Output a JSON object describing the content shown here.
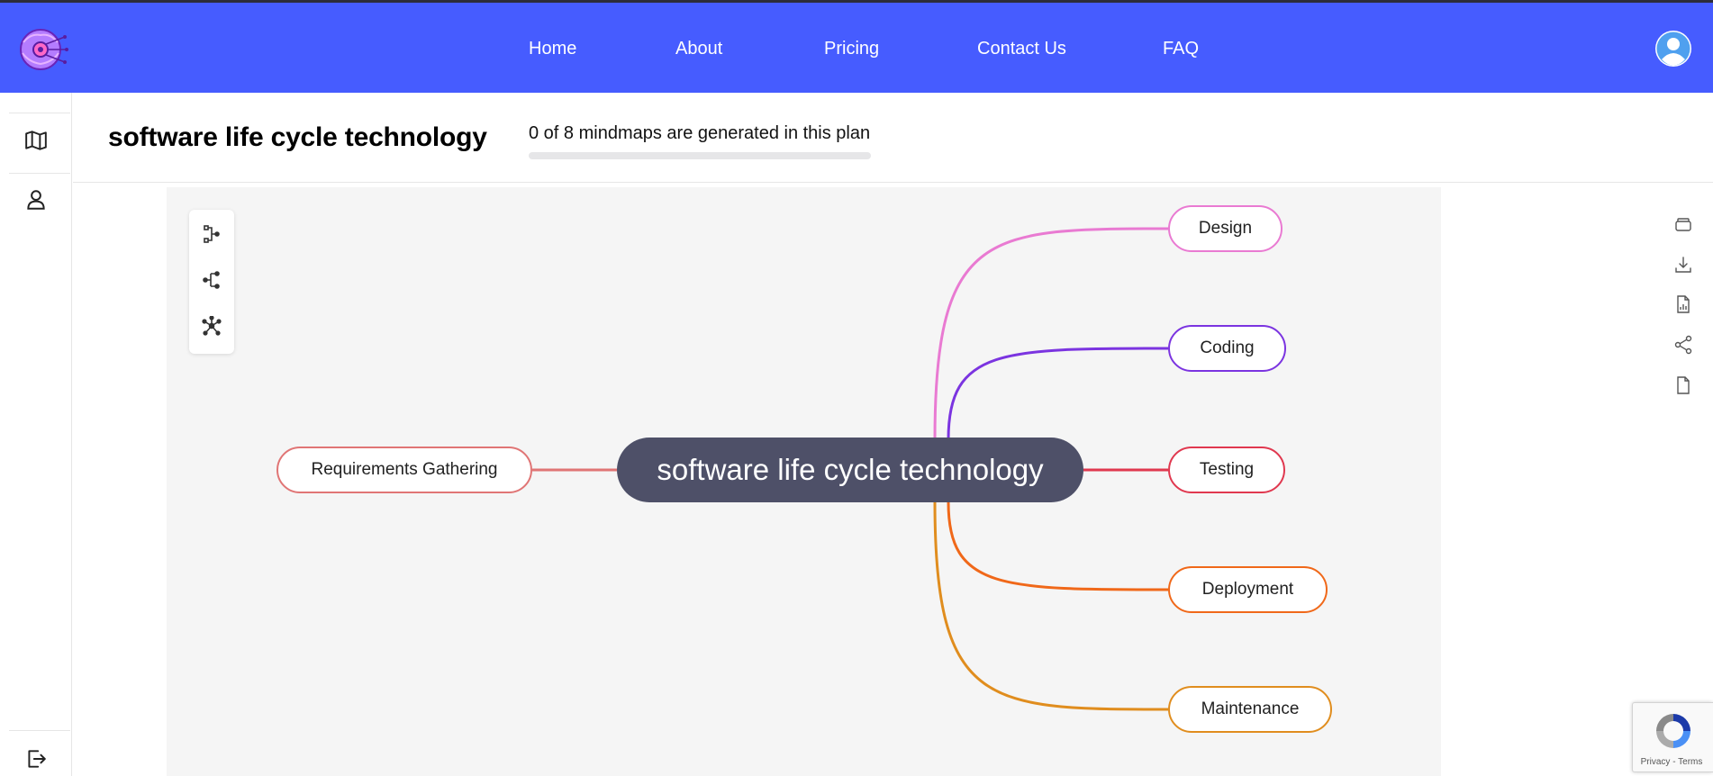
{
  "nav": {
    "items": [
      {
        "label": "Home"
      },
      {
        "label": "About"
      },
      {
        "label": "Pricing"
      },
      {
        "label": "Contact Us"
      },
      {
        "label": "FAQ"
      }
    ]
  },
  "header": {
    "title": "software life cycle technology",
    "plan_status": "0 of 8 mindmaps are generated in this plan",
    "plan_progress": 0
  },
  "sidebar": {
    "items": [
      {
        "icon": "map-icon"
      },
      {
        "icon": "user-icon"
      }
    ],
    "footer_icon": "logout-icon"
  },
  "mindmap": {
    "root": "software life cycle technology",
    "left_nodes": [
      {
        "label": "Requirements Gathering",
        "color": "#e07575"
      }
    ],
    "right_nodes": [
      {
        "label": "Design",
        "color": "#e97ad2"
      },
      {
        "label": "Coding",
        "color": "#7b34e0"
      },
      {
        "label": "Testing",
        "color": "#e0384f"
      },
      {
        "label": "Deployment",
        "color": "#f06819"
      },
      {
        "label": "Maintenance",
        "color": "#e08d1e"
      }
    ]
  },
  "toolbox": {
    "tools": [
      "layout-right-icon",
      "layout-left-icon",
      "layout-radial-icon"
    ]
  },
  "right_tools": [
    "cards-icon",
    "download-icon",
    "report-icon",
    "share-icon",
    "document-icon"
  ],
  "recaptcha": {
    "text": "Privacy - Terms"
  },
  "colors": {
    "brand": "#465cff",
    "root_node": "#4e5068",
    "canvas": "#f5f5f5"
  }
}
